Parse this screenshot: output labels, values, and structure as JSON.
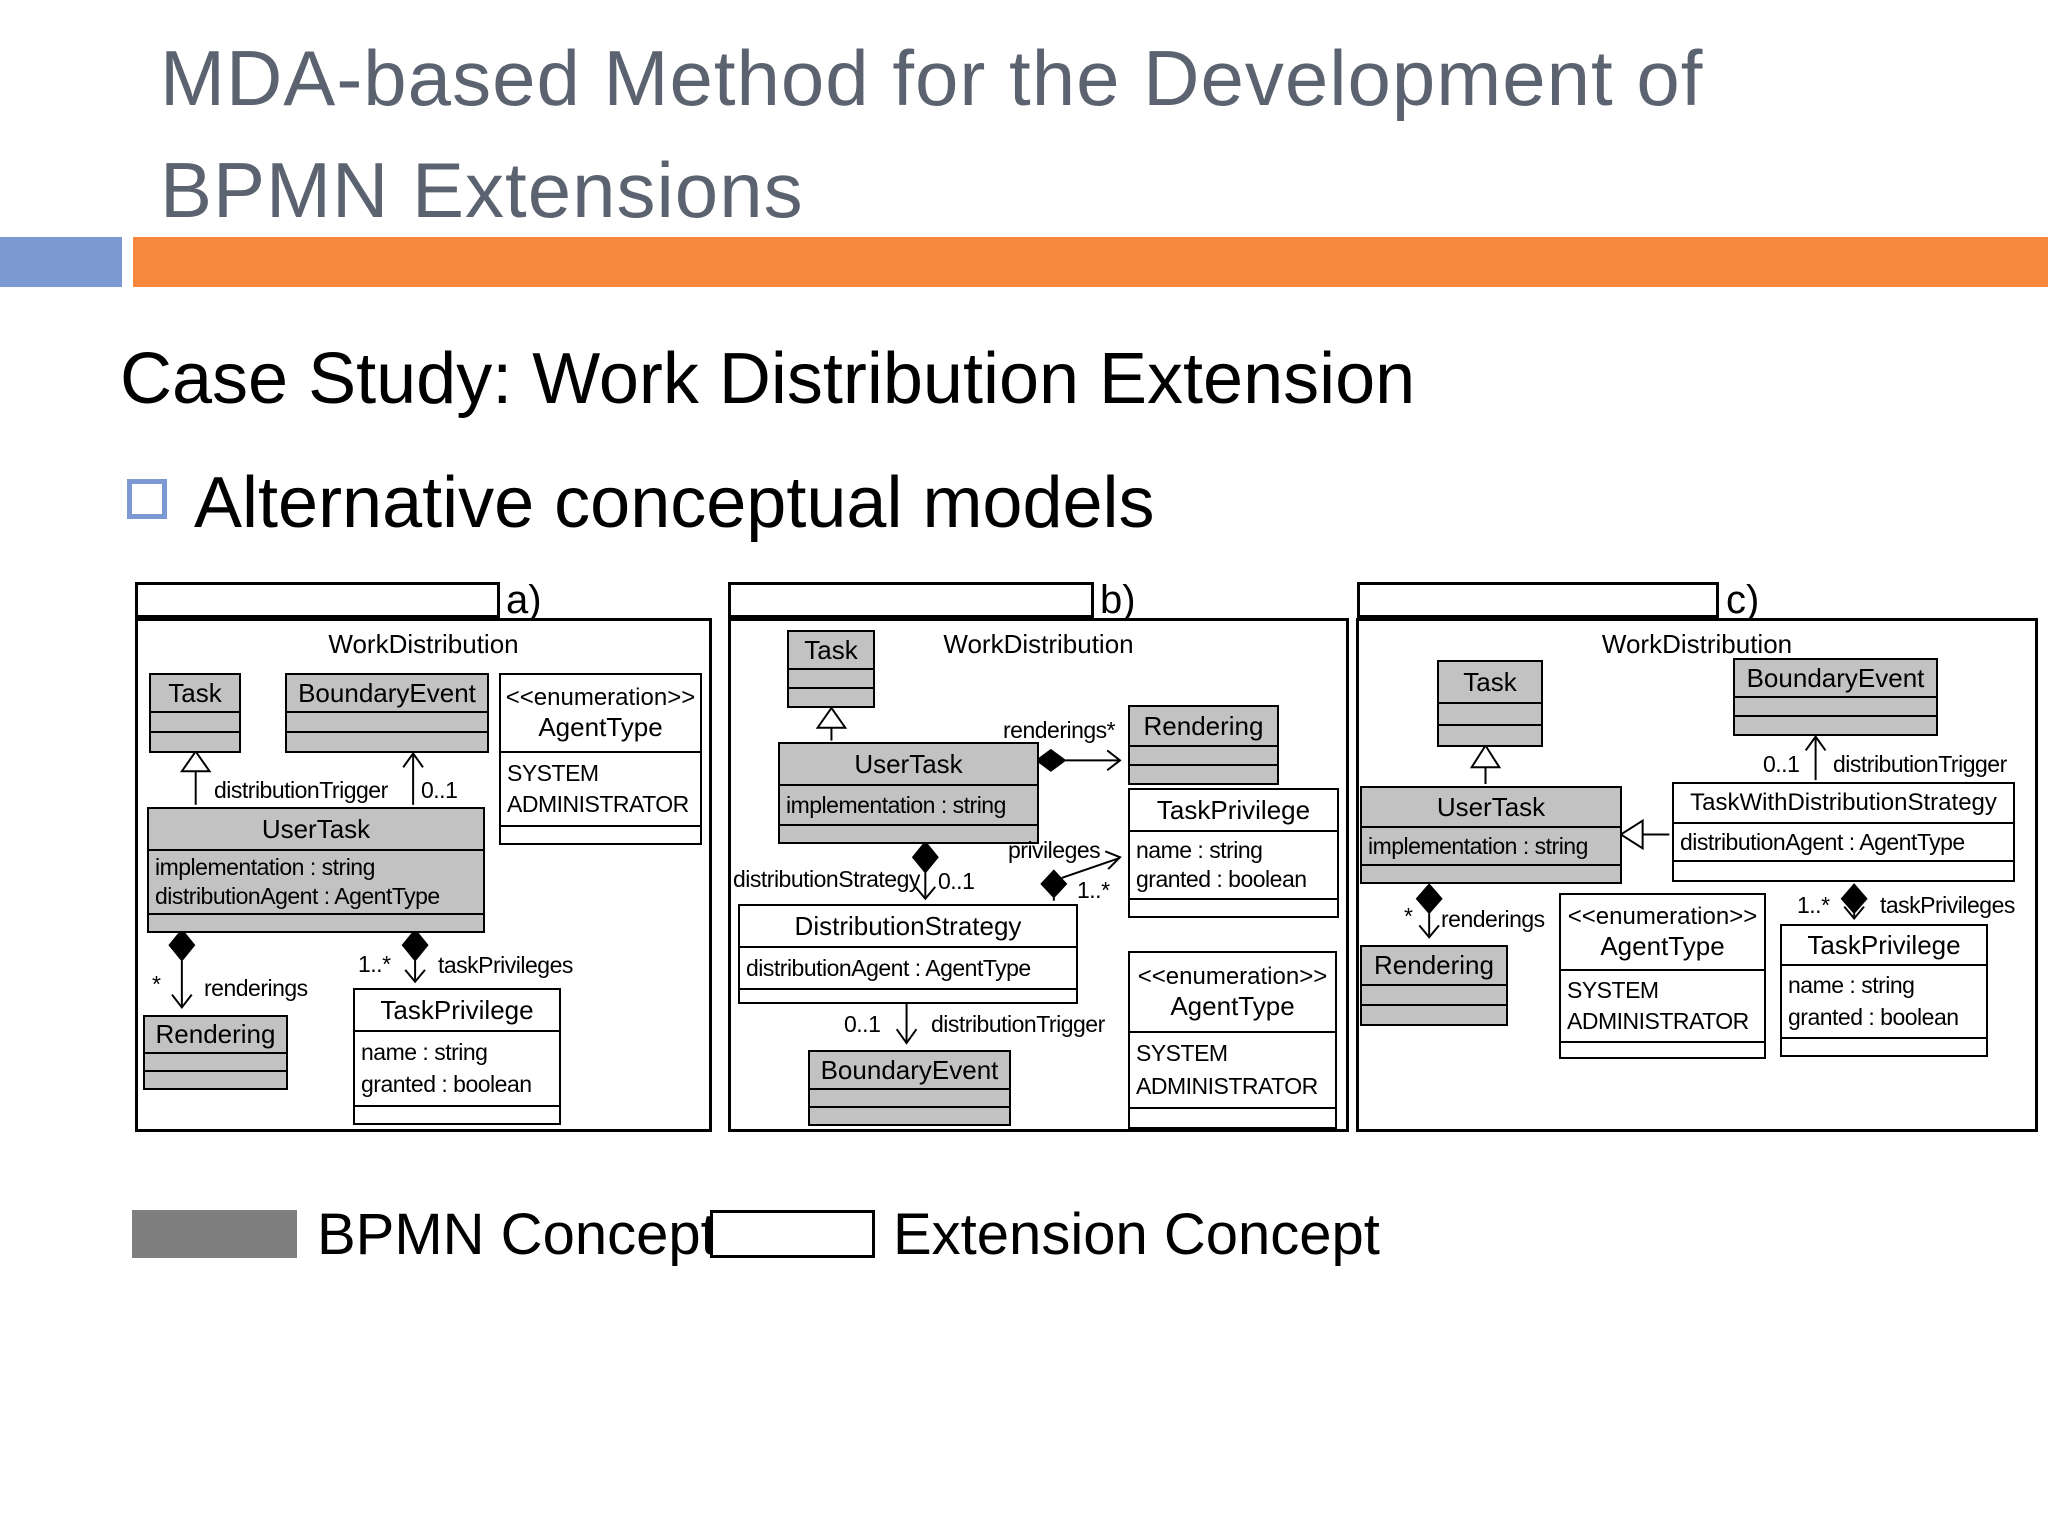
{
  "slide": {
    "title_line1": "MDA-based Method for the Development of",
    "title_line2": "BPMN Extensions",
    "section_heading": "Case Study: Work Distribution Extension",
    "bullet_text": "Alternative conceptual models"
  },
  "colors": {
    "accent_orange": "#F6873C",
    "accent_blue": "#7D99D3",
    "title_gray": "#5C6370",
    "bpmn_concept_fill": "#C2C2C2",
    "extension_concept_fill": "#FFFFFF",
    "legend_bpmn_fill": "#7F7F7F"
  },
  "legend": {
    "bpmn_label": "BPMN Concept",
    "extension_label": "Extension Concept"
  },
  "diagrams": {
    "a": {
      "label": "a)",
      "package_name": "WorkDistribution",
      "classes": {
        "task": {
          "name": "Task"
        },
        "boundary_event": {
          "name": "BoundaryEvent"
        },
        "agent_type": {
          "stereotype": "<<enumeration>>",
          "name": "AgentType",
          "values": [
            "SYSTEM",
            "ADMINISTRATOR"
          ]
        },
        "user_task": {
          "name": "UserTask",
          "attributes": [
            "implementation : string",
            "distributionAgent : AgentType"
          ]
        },
        "rendering": {
          "name": "Rendering"
        },
        "task_privilege": {
          "name": "TaskPrivilege",
          "attributes": [
            "name : string",
            "granted : boolean"
          ]
        }
      },
      "edge_labels": {
        "distribution_trigger": "distributionTrigger",
        "trigger_multiplicity": "0..1",
        "renderings_multiplicity": "*",
        "renderings": "renderings",
        "privileges_multiplicity": "1..*",
        "task_privileges": "taskPrivileges"
      }
    },
    "b": {
      "label": "b)",
      "package_name": "WorkDistribution",
      "classes": {
        "task": {
          "name": "Task"
        },
        "user_task": {
          "name": "UserTask",
          "attributes": [
            "implementation : string"
          ]
        },
        "rendering": {
          "name": "Rendering"
        },
        "task_privilege": {
          "name": "TaskPrivilege",
          "attributes": [
            "name : string",
            "granted : boolean"
          ]
        },
        "distribution_strategy": {
          "name": "DistributionStrategy",
          "attributes": [
            "distributionAgent : AgentType"
          ]
        },
        "boundary_event": {
          "name": "BoundaryEvent"
        },
        "agent_type": {
          "stereotype": "<<enumeration>>",
          "name": "AgentType",
          "values": [
            "SYSTEM",
            "ADMINISTRATOR"
          ]
        }
      },
      "edge_labels": {
        "renderings": "renderings*",
        "distribution_strategy": "distributionStrategy",
        "strategy_multiplicity": "0..1",
        "privileges": "privileges",
        "privileges_multiplicity": "1..*",
        "trigger_multiplicity": "0..1",
        "distribution_trigger": "distributionTrigger"
      }
    },
    "c": {
      "label": "c)",
      "package_name": "WorkDistribution",
      "classes": {
        "task": {
          "name": "Task"
        },
        "boundary_event": {
          "name": "BoundaryEvent"
        },
        "user_task": {
          "name": "UserTask",
          "attributes": [
            "implementation : string"
          ]
        },
        "task_with_distribution_strategy": {
          "name": "TaskWithDistributionStrategy",
          "attributes": [
            "distributionAgent : AgentType"
          ]
        },
        "rendering": {
          "name": "Rendering"
        },
        "agent_type": {
          "stereotype": "<<enumeration>>",
          "name": "AgentType",
          "values": [
            "SYSTEM",
            "ADMINISTRATOR"
          ]
        },
        "task_privilege": {
          "name": "TaskPrivilege",
          "attributes": [
            "name : string",
            "granted : boolean"
          ]
        }
      },
      "edge_labels": {
        "trigger_multiplicity": "0..1",
        "distribution_trigger": "distributionTrigger",
        "renderings_multiplicity": "*",
        "renderings": "renderings",
        "privileges_multiplicity": "1..*",
        "task_privileges": "taskPrivileges"
      }
    }
  }
}
